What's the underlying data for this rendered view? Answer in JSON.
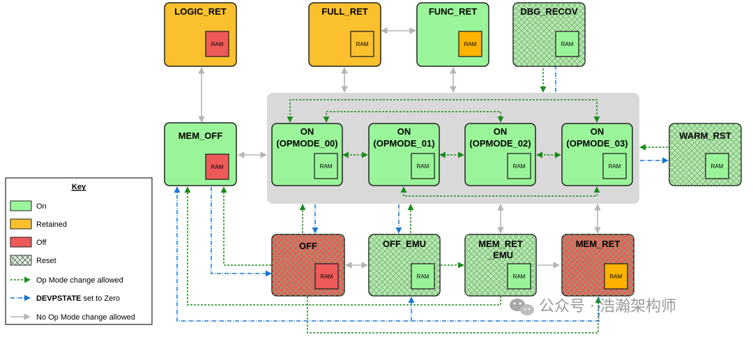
{
  "colors": {
    "on": "#9af59a",
    "retained": "#fbc02d",
    "off": "#ee5a5a",
    "reset": "#b7e8b0",
    "ram_retained": "#ffb300",
    "ram_off": "#ee5a5a",
    "active_group": "#d9d9d9",
    "green_arrow": "#1a8c1a",
    "blue_arrow": "#1976d2",
    "grey_arrow": "#b5b5b5"
  },
  "states": {
    "logic_ret": {
      "title": "LOGIC_RET",
      "ram": "RAM"
    },
    "full_ret": {
      "title": "FULL_RET",
      "ram": "RAM"
    },
    "func_ret": {
      "title": "FUNC_RET",
      "ram": "RAM"
    },
    "dbg_recov": {
      "title": "DBG_RECOV",
      "ram": "RAM"
    },
    "mem_off": {
      "title": "MEM_OFF",
      "ram": "RAM"
    },
    "on_00": {
      "title_line1": "ON",
      "title_line2": "(OPMODE_00)",
      "ram": "RAM"
    },
    "on_01": {
      "title_line1": "ON",
      "title_line2": "(OPMODE_01)",
      "ram": "RAM"
    },
    "on_02": {
      "title_line1": "ON",
      "title_line2": "(OPMODE_02)",
      "ram": "RAM"
    },
    "on_03": {
      "title_line1": "ON",
      "title_line2": "(OPMODE_03)",
      "ram": "RAM"
    },
    "warm_rst": {
      "title": "WARM_RST",
      "ram": "RAM"
    },
    "off": {
      "title": "OFF",
      "ram": "RAM"
    },
    "off_emu": {
      "title": "OFF_EMU",
      "ram": "RAM"
    },
    "mem_ret_emu": {
      "title_line1": "MEM_RET",
      "title_line2": "_EMU",
      "ram": "RAM"
    },
    "mem_ret": {
      "title": "MEM_RET",
      "ram": "RAM"
    }
  },
  "key": {
    "title": "Key",
    "on": "On",
    "retained": "Retained",
    "off": "Off",
    "reset": "Reset",
    "op_mode_change": "Op Mode change allowed",
    "devpstate_bold": "DEVPSTATE",
    "devpstate_rest": " set to Zero",
    "no_op_mode_change": "No Op Mode change allowed"
  },
  "watermark": {
    "text": "公众号 · 浩瀚架构师",
    "icon": "wechat-icon"
  }
}
